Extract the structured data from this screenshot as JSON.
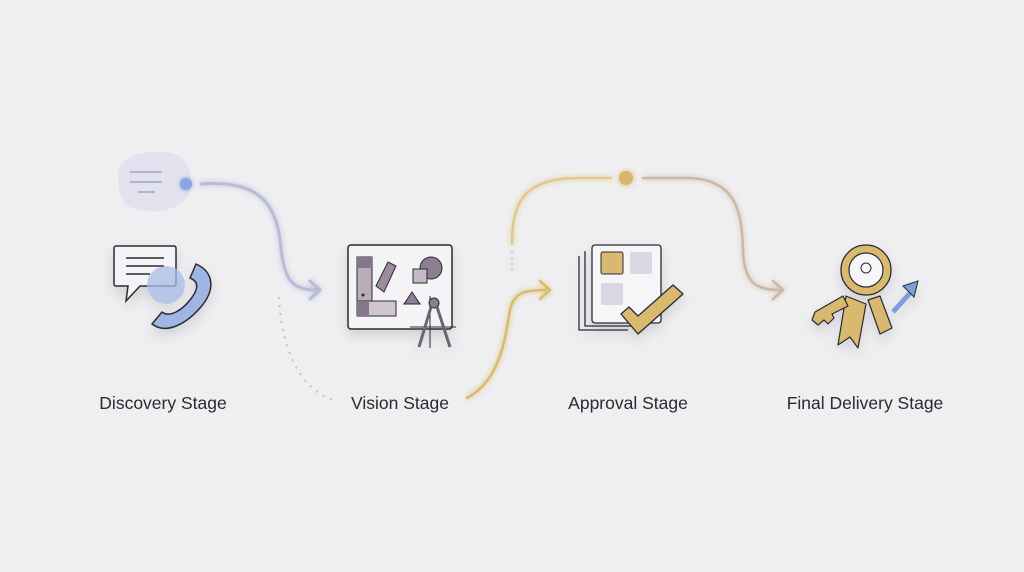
{
  "stages": [
    {
      "label": "Discovery Stage",
      "icon": "chat-phone-icon"
    },
    {
      "label": "Vision Stage",
      "icon": "design-board-icon"
    },
    {
      "label": "Approval Stage",
      "icon": "approved-checklist-icon"
    },
    {
      "label": "Final Delivery Stage",
      "icon": "key-ribbon-icon"
    }
  ],
  "colors": {
    "background": "#efeff1",
    "blue_path": "#b9bcd8",
    "blue_accent": "#8aa6e0",
    "gold": "#d8bc6e",
    "gold_fill": "#d9b86f",
    "taupe_path": "#cbb9a5",
    "purple_gray": "#8d7f91",
    "ink": "#2a2a30"
  }
}
